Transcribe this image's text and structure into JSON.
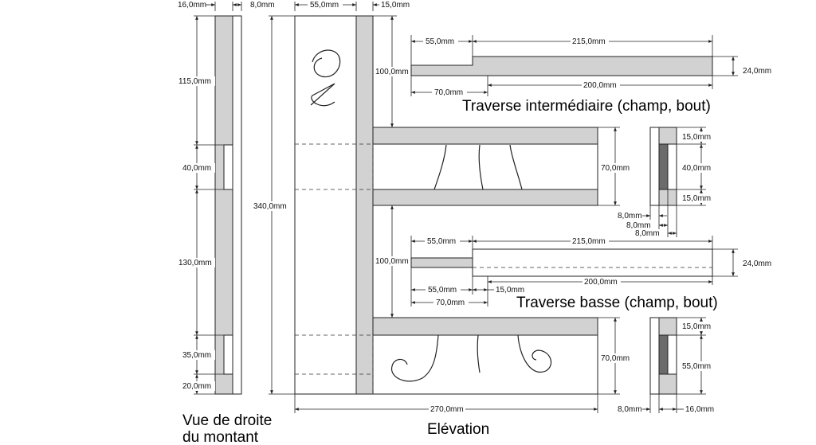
{
  "titles": {
    "right_view_line1": "Vue de droite",
    "right_view_line2": "du montant",
    "elevation": "Elévation",
    "traverse_intermediaire": "Traverse intermédiaire (champ, bout)",
    "traverse_basse": "Traverse basse (champ, bout)"
  },
  "dimensions": {
    "side_width": "16,0mm",
    "side_groove": "8,0mm",
    "side_115": "115,0mm",
    "side_40": "40,0mm",
    "side_130": "130,0mm",
    "side_35": "35,0mm",
    "side_20": "20,0mm",
    "elev_55": "55,0mm",
    "elev_15": "15,0mm",
    "elev_340": "340,0mm",
    "elev_100_top": "100,0mm",
    "elev_100_bottom": "100,0mm",
    "elev_70_top": "70,0mm",
    "elev_70_bottom": "70,0mm",
    "elev_270": "270,0mm",
    "ti_55": "55,0mm",
    "ti_215": "215,0mm",
    "ti_24": "24,0mm",
    "ti_70": "70,0mm",
    "ti_200": "200,0mm",
    "tb_55_top": "55,0mm",
    "tb_215": "215,0mm",
    "tb_24": "24,0mm",
    "tb_55_bottom": "55,0mm",
    "tb_15": "15,0mm",
    "tb_200": "200,0mm",
    "tb_70": "70,0mm",
    "end1_15_top": "15,0mm",
    "end1_40": "40,0mm",
    "end1_15_bottom": "15,0mm",
    "end1_8_a": "8,0mm",
    "end1_8_b": "8,0mm",
    "end1_8_c": "8,0mm",
    "end2_15": "15,0mm",
    "end2_55": "55,0mm",
    "end2_8": "8,0mm",
    "end2_16": "16,0mm"
  },
  "colors": {
    "part_fill": "#d2d2d2",
    "groove_fill": "#6b6b6b",
    "line": "#222222"
  }
}
